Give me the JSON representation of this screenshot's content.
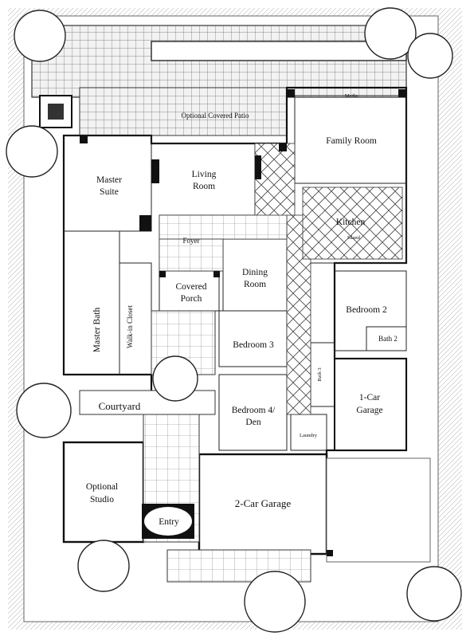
{
  "labels": {
    "patio": "Optional Covered Patio",
    "family_room": "Family Room",
    "media": "Media",
    "master_suite_1": "Master",
    "master_suite_2": "Suite",
    "living_room_1": "Living",
    "living_room_2": "Room",
    "kitchen": "Kitchen",
    "island": "Island",
    "foyer": "Foyer",
    "dining_1": "Dining",
    "dining_2": "Room",
    "covered_porch_1": "Covered",
    "covered_porch_2": "Porch",
    "bedroom_2": "Bedroom 2",
    "bath_2": "Bath 2",
    "master_bath": "Master Bath",
    "walk_in_closet": "Walk-in Closet",
    "bedroom_3": "Bedroom 3",
    "bath_3": "Bath 3",
    "garage_1car_1": "1-Car",
    "garage_1car_2": "Garage",
    "courtyard": "Courtyard",
    "bedroom_4_1": "Bedroom 4/",
    "bedroom_4_2": "Den",
    "laundry": "Laundry",
    "optional_studio_1": "Optional",
    "optional_studio_2": "Studio",
    "garage_2car": "2-Car Garage",
    "entry": "Entry"
  },
  "colors": {
    "ink": "#111111",
    "paper": "#ffffff",
    "hatch": "#555555"
  }
}
